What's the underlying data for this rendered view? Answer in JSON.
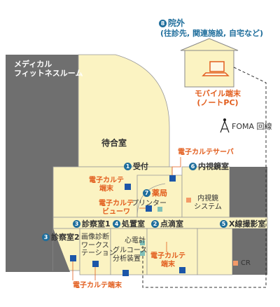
{
  "colors": {
    "floor": "#fbf3c2",
    "wall": "#6f6f6f",
    "outline": "#999999",
    "terminal": "#1c56a8",
    "system": "#f39a68",
    "accent_text": "#e25e1e",
    "number_badge": "#1f6e9c"
  },
  "external": {
    "number": "8",
    "title": "院外",
    "subtitle": "(往診先, 関連施設, 自宅など)",
    "device_label_1": "モバイル端末",
    "device_label_2": "(ノートPC)",
    "network_label": "FOMA 回線"
  },
  "rooms": {
    "fitness": {
      "line1": "メディカル",
      "line2": "フィットネスルーム"
    },
    "waiting": "待合室",
    "reception": {
      "number": "1",
      "label": "受付"
    },
    "pharmacy": {
      "number": "7",
      "label": "薬局"
    },
    "exam1": {
      "number": "3",
      "label": "診察室1"
    },
    "exam2": {
      "number": "3",
      "label": "診察室2"
    },
    "treatment": {
      "number": "4",
      "label": "処置室"
    },
    "infusion": {
      "number": "2",
      "label": "点滴室"
    },
    "endoscopy": {
      "number": "6",
      "label": "内視鏡室"
    },
    "xray": {
      "number": "5",
      "label": "X線撮影室"
    }
  },
  "devices": {
    "server": "電子カルテサーバ",
    "ehr_terminal_reception_1": "電子カルテ",
    "ehr_terminal_reception_2": "端末",
    "ehr_viewer_1": "電子カルテ",
    "ehr_viewer_2": "ビューワ",
    "printer": "プリンター",
    "endoscope_system_1": "内視鏡",
    "endoscope_system_2": "システム",
    "imaging_ws_1": "画像診断",
    "imaging_ws_2": "ワークス",
    "imaging_ws_3": "テーション",
    "ecg": "心電計",
    "glucose_1": "グルコース",
    "glucose_2": "分析装置",
    "ehr_terminal_infusion_1": "電子カルテ",
    "ehr_terminal_infusion_2": "端末",
    "cr": "CR",
    "ehr_terminal_exam": "電子カルテ端末"
  }
}
